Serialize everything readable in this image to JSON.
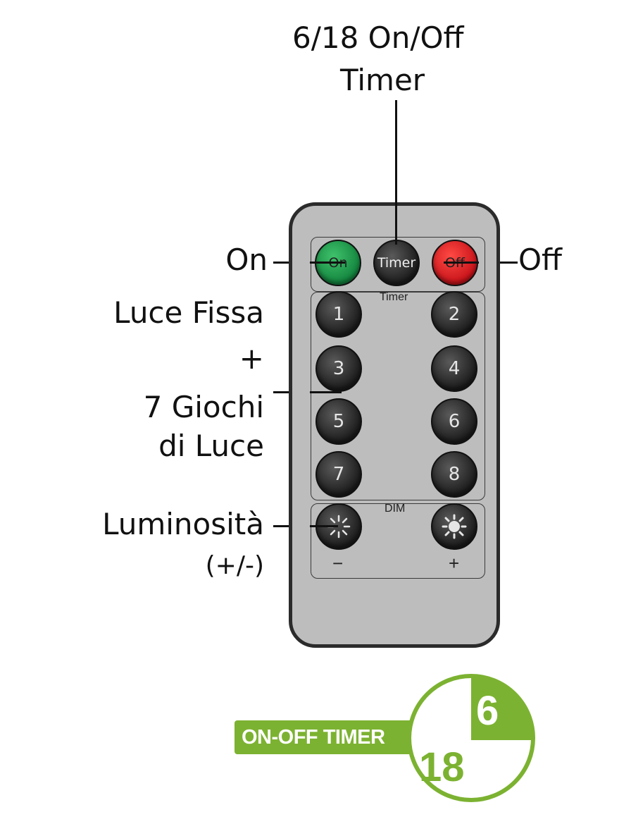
{
  "labels": {
    "timer_title_line1": "6/18 On/Off",
    "timer_title_line2": "Timer",
    "on": "On",
    "off": "Off",
    "luce_fissa": "Luce Fissa",
    "plus": "+",
    "giochi": "7 Giochi",
    "di_luce": "di Luce",
    "luminosita": "Luminosità",
    "plus_minus": "(+/-)"
  },
  "remote": {
    "on_button": "On",
    "timer_button": "Timer",
    "off_button": "Off",
    "timer_panel_label": "Timer",
    "number_buttons": [
      "1",
      "2",
      "3",
      "4",
      "5",
      "6",
      "7",
      "8"
    ],
    "dim_panel_label": "DIM",
    "minus_sign": "−",
    "plus_sign": "+"
  },
  "badge": {
    "text": "ON-OFF TIMER",
    "hours_short": "6",
    "hours_long": "18",
    "color": "#7cb231"
  }
}
